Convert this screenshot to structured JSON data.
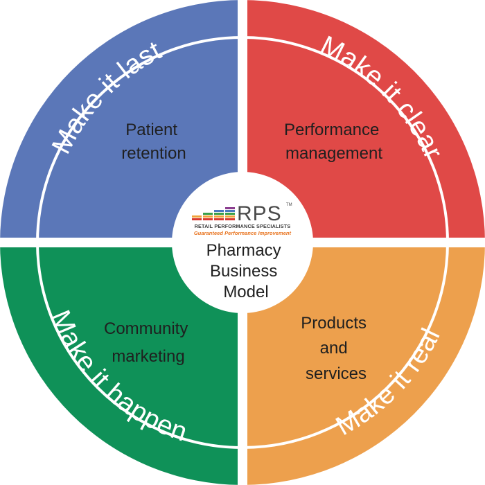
{
  "colors": {
    "blue": "#5b77b8",
    "red": "#e04947",
    "green": "#0f9158",
    "orange": "#eda04d",
    "divider": "#ffffff",
    "logo_orange": "#e8731e",
    "logo_bar_red": "#d9382e",
    "logo_bar_orange": "#f0a23b",
    "logo_bar_green": "#3aa04a",
    "logo_bar_blue": "#4a78bf",
    "logo_bar_purple": "#8a3c8e"
  },
  "quadrants": {
    "top_left": {
      "outer_label": "Make it last",
      "inner_lines": [
        "Patient",
        "retention"
      ],
      "color": "blue"
    },
    "top_right": {
      "outer_label": "Make it clear",
      "inner_lines": [
        "Performance",
        "management"
      ],
      "color": "red"
    },
    "bottom_left": {
      "outer_label": "Make it happen",
      "inner_lines": [
        "Community",
        "marketing"
      ],
      "color": "green"
    },
    "bottom_right": {
      "outer_label": "Make it real",
      "inner_lines": [
        "Products",
        "and",
        "services"
      ],
      "color": "orange"
    }
  },
  "center": {
    "logo": {
      "wordmark": "RPS",
      "trademark": "TM",
      "subtitle": "RETAIL PERFORMANCE SPECIALISTS",
      "tagline": "Guaranteed Performance Improvement"
    },
    "title_lines": [
      "Pharmacy",
      "Business",
      "Model"
    ]
  }
}
